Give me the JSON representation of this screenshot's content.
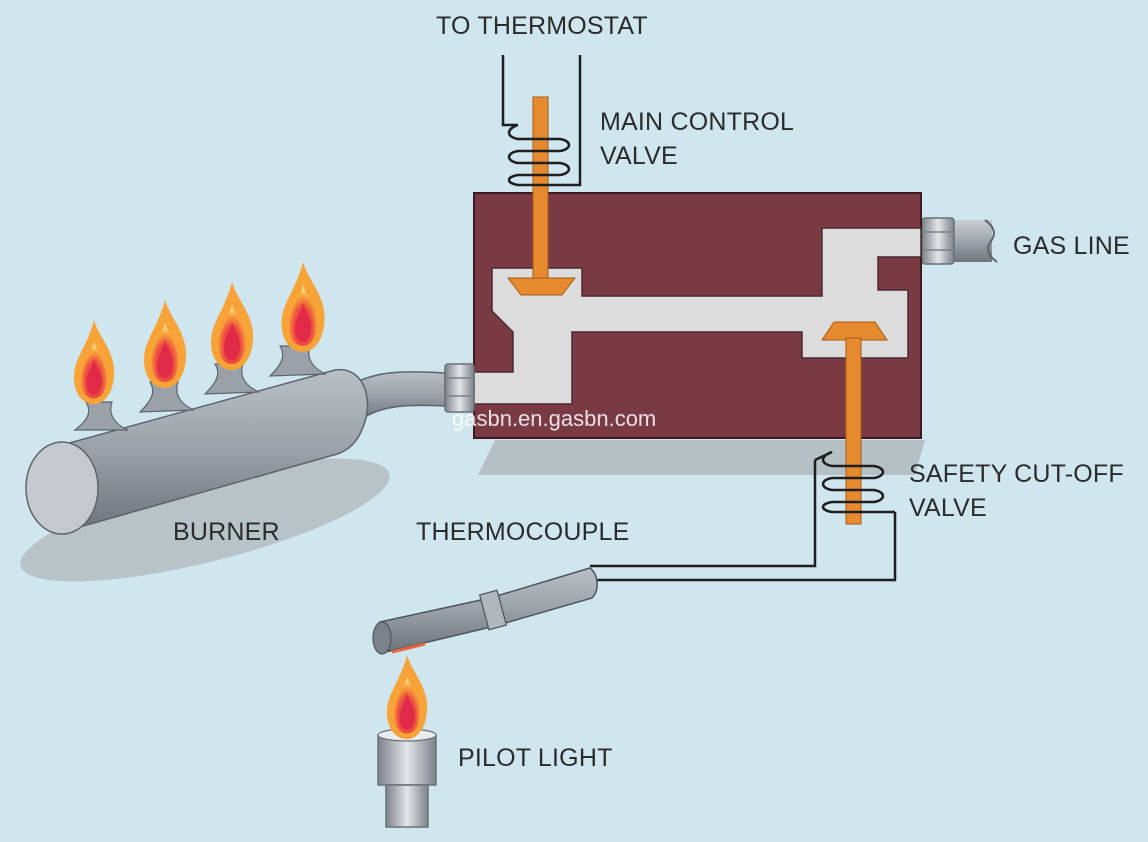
{
  "labels": {
    "to_thermostat": "TO THERMOSTAT",
    "main_control_valve_line1": "MAIN CONTROL",
    "main_control_valve_line2": "VALVE",
    "gas_line": "GAS LINE",
    "burner": "BURNER",
    "thermocouple": "THERMOCOUPLE",
    "safety_cutoff_valve_line1": "SAFETY CUT-OFF",
    "safety_cutoff_valve_line2": "VALVE",
    "pilot_light": "PILOT LIGHT"
  },
  "watermark": "gasbn.en.gasbn.com",
  "colors": {
    "background": "#cfe6ee",
    "valve_body": "#7a3a43",
    "gas_channel": "#dcdcdc",
    "valve_stem": "#e58a2e",
    "metal": "#9ea5ac",
    "flame_outer": "#f5a233",
    "flame_inner": "#e8354a",
    "wire": "#1f1f1f"
  }
}
